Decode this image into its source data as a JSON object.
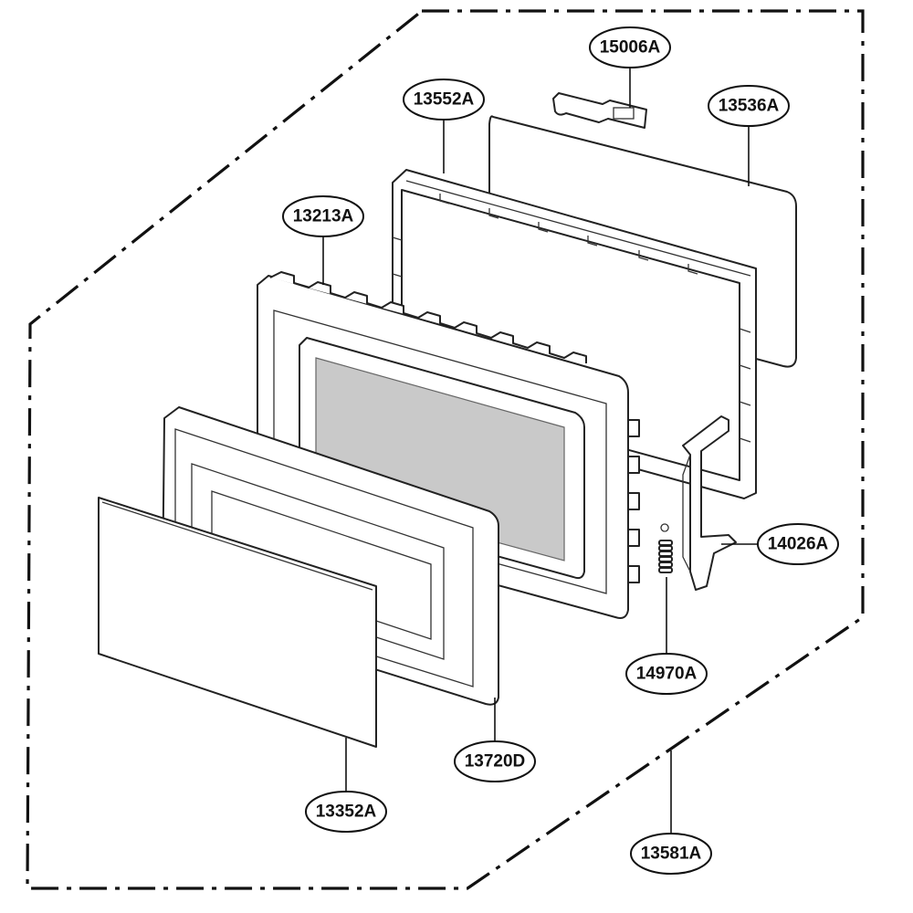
{
  "callouts": [
    {
      "id": "latch-plate",
      "label": "15006A"
    },
    {
      "id": "choke-frame",
      "label": "13552A"
    },
    {
      "id": "screen-panel",
      "label": "13536A"
    },
    {
      "id": "door-frame",
      "label": "13213A"
    },
    {
      "id": "latch-lever",
      "label": "14026A"
    },
    {
      "id": "spring",
      "label": "14970A"
    },
    {
      "id": "door-cover",
      "label": "13720D"
    },
    {
      "id": "glass-panel",
      "label": "13352A"
    },
    {
      "id": "door-assembly",
      "label": "13581A"
    }
  ]
}
